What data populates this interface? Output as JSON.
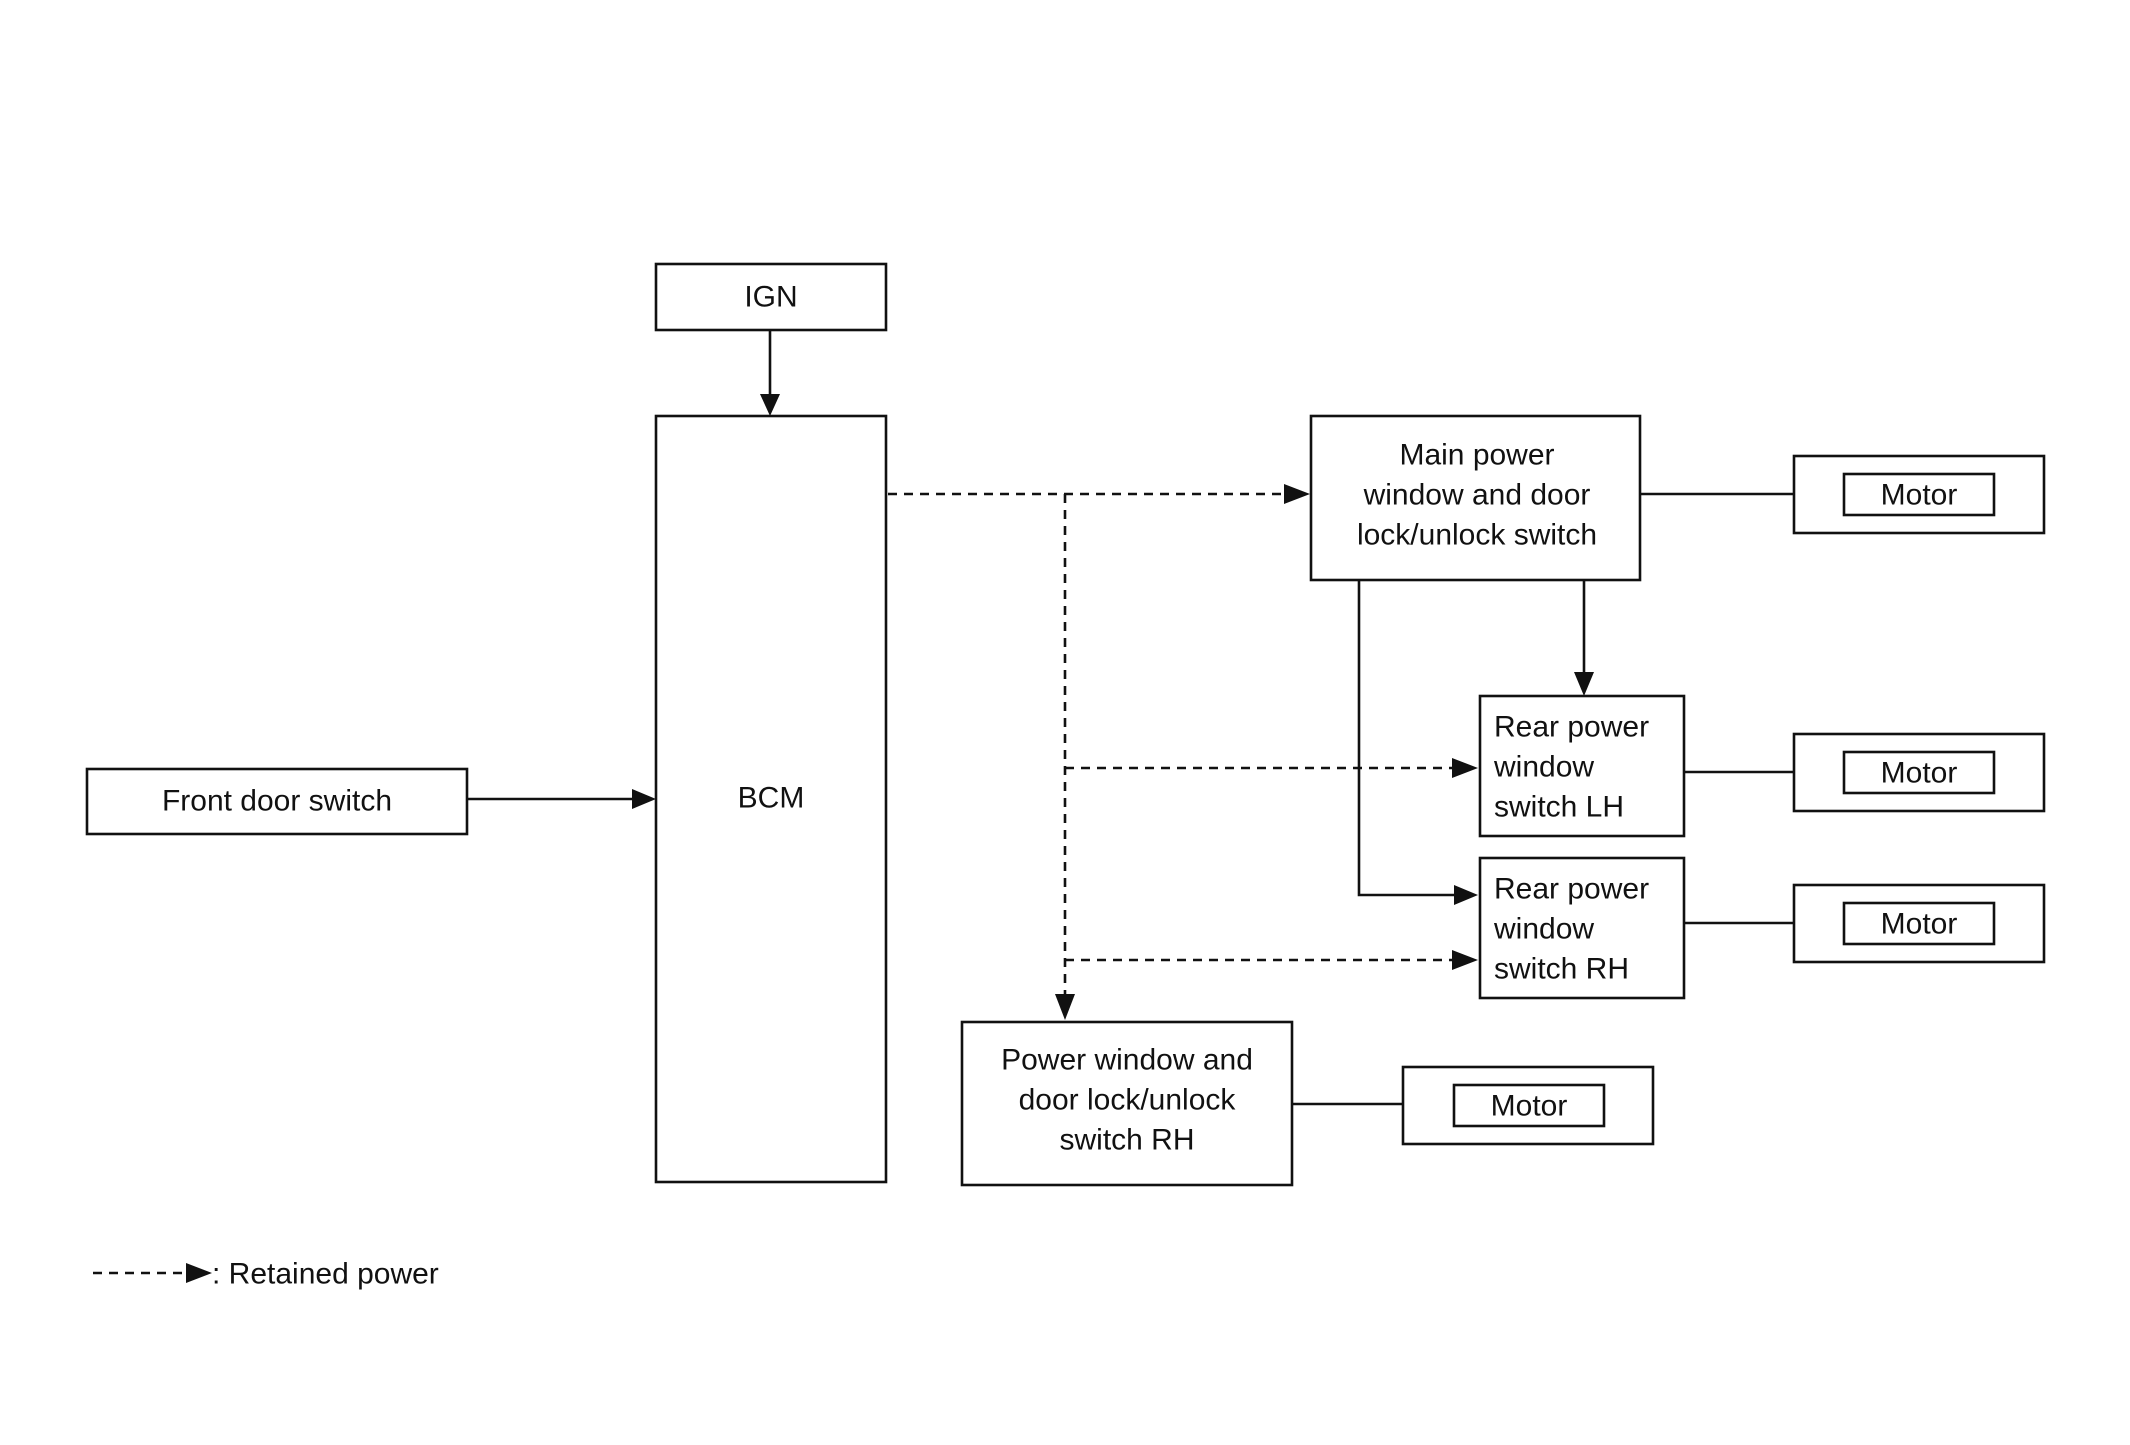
{
  "nodes": {
    "ign": "IGN",
    "bcm": "BCM",
    "front_door_switch": "Front door switch",
    "main_switch": [
      "Main power",
      "window and door",
      "lock/unlock switch"
    ],
    "rear_lh": [
      "Rear power",
      "window",
      "switch LH"
    ],
    "rear_rh": [
      "Rear power",
      "window",
      "switch RH"
    ],
    "pw_rh": [
      "Power window and",
      "door lock/unlock",
      "switch RH"
    ],
    "motor_main": "Motor",
    "motor_rear_lh": "Motor",
    "motor_rear_rh": "Motor",
    "motor_pw_rh": "Motor"
  },
  "legend": {
    "label": ": Retained power"
  }
}
